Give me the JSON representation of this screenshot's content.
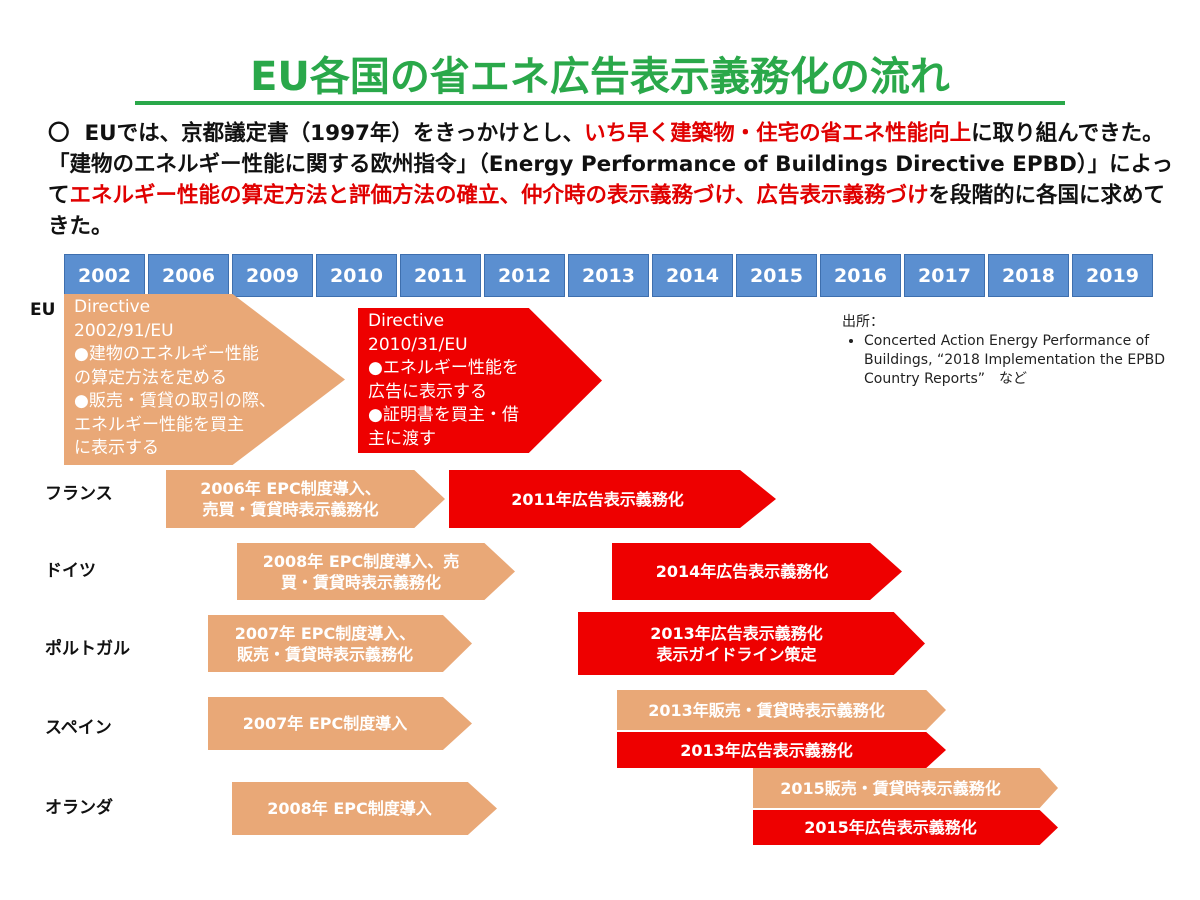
{
  "title": "EU各国の省エネ広告表示義務化の流れ",
  "intro": {
    "bullet": "〇",
    "p1": "EUでは、京都議定書（1997年）をきっかけとし、",
    "p1_red": "いち早く建築物・住宅の省エネ性能向上",
    "p2": "に取り組んできた。「建物のエネルギー性能に関する欧州指令」（Energy Performance of Buildings Directive EPBD）」によって",
    "p2_red": "エネルギー性能の算定方法と評価方法の確立、仲介時の表示義務づけ、広告表示義務づけ",
    "p3": "を段階的に各国に求めてきた。"
  },
  "years": [
    "2002",
    "2006",
    "2009",
    "2010",
    "2011",
    "2012",
    "2013",
    "2014",
    "2015",
    "2016",
    "2017",
    "2018",
    "2019"
  ],
  "countries": {
    "eu": "EU",
    "france": "フランス",
    "germany": "ドイツ",
    "portugal": "ポルトガル",
    "spain": "スペイン",
    "netherlands": "オランダ"
  },
  "eu": {
    "d2002": [
      "Directive",
      "2002/91/EU",
      "●建物のエネルギー性能",
      "の算定方法を定める",
      "●販売・賃貸の取引の際、",
      "エネルギー性能を買主",
      "に表示する"
    ],
    "d2010": [
      "Directive",
      "2010/31/EU",
      "●エネルギー性能を",
      "広告に表示する",
      "●証明書を買主・借",
      "主に渡す"
    ]
  },
  "france": {
    "a": [
      "2006年 EPC制度導入、",
      "売買・賃貸時表示義務化"
    ],
    "b": "2011年広告表示義務化"
  },
  "germany": {
    "a": [
      "2008年 EPC制度導入、売",
      "買・賃貸時表示義務化"
    ],
    "b": "2014年広告表示義務化"
  },
  "portugal": {
    "a": [
      "2007年 EPC制度導入、",
      "販売・賃貸時表示義務化"
    ],
    "b": [
      "2013年広告表示義務化",
      "表示ガイドライン策定"
    ]
  },
  "spain": {
    "a": "2007年 EPC制度導入",
    "b": "2013年販売・賃貸時表示義務化",
    "c": "2013年広告表示義務化"
  },
  "netherlands": {
    "a": "2008年 EPC制度導入",
    "b": "2015販売・賃貸時表示義務化",
    "c": "2015年広告表示義務化"
  },
  "source": {
    "label": "出所：",
    "item": "Concerted Action Energy Performance of Buildings, “2018 Implementation the EPBD Country Reports”　など"
  }
}
